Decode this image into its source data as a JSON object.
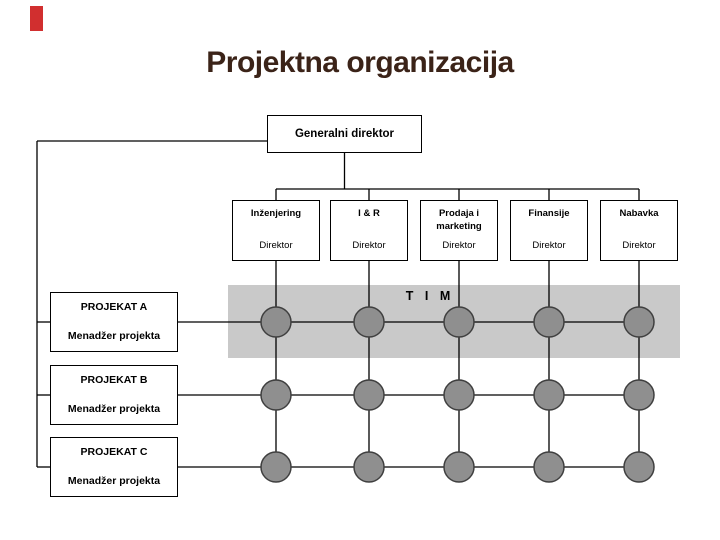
{
  "slide": {
    "title": "Projektna organizacija",
    "accent_color": "#d12f2f",
    "title_color": "#3b2318"
  },
  "org": {
    "root": {
      "label": "Generalni direktor"
    },
    "departments": [
      {
        "label": "Inženjering",
        "role": "Direktor"
      },
      {
        "label": "I & R",
        "role": "Direktor"
      },
      {
        "label": "Prodaja i marketing",
        "role": "Direktor"
      },
      {
        "label": "Finansije",
        "role": "Direktor"
      },
      {
        "label": "Nabavka",
        "role": "Direktor"
      }
    ],
    "projects": [
      {
        "label": "PROJEKAT A",
        "role": "Menadžer projekta"
      },
      {
        "label": "PROJEKAT B",
        "role": "Menadžer projekta"
      },
      {
        "label": "PROJEKAT C",
        "role": "Menadžer projekta"
      }
    ],
    "team_label": "T I M",
    "colors": {
      "band": "#c9c9c9",
      "node_fill": "#8f8f8f",
      "node_stroke": "#3f3f3f",
      "line": "#000000"
    }
  }
}
